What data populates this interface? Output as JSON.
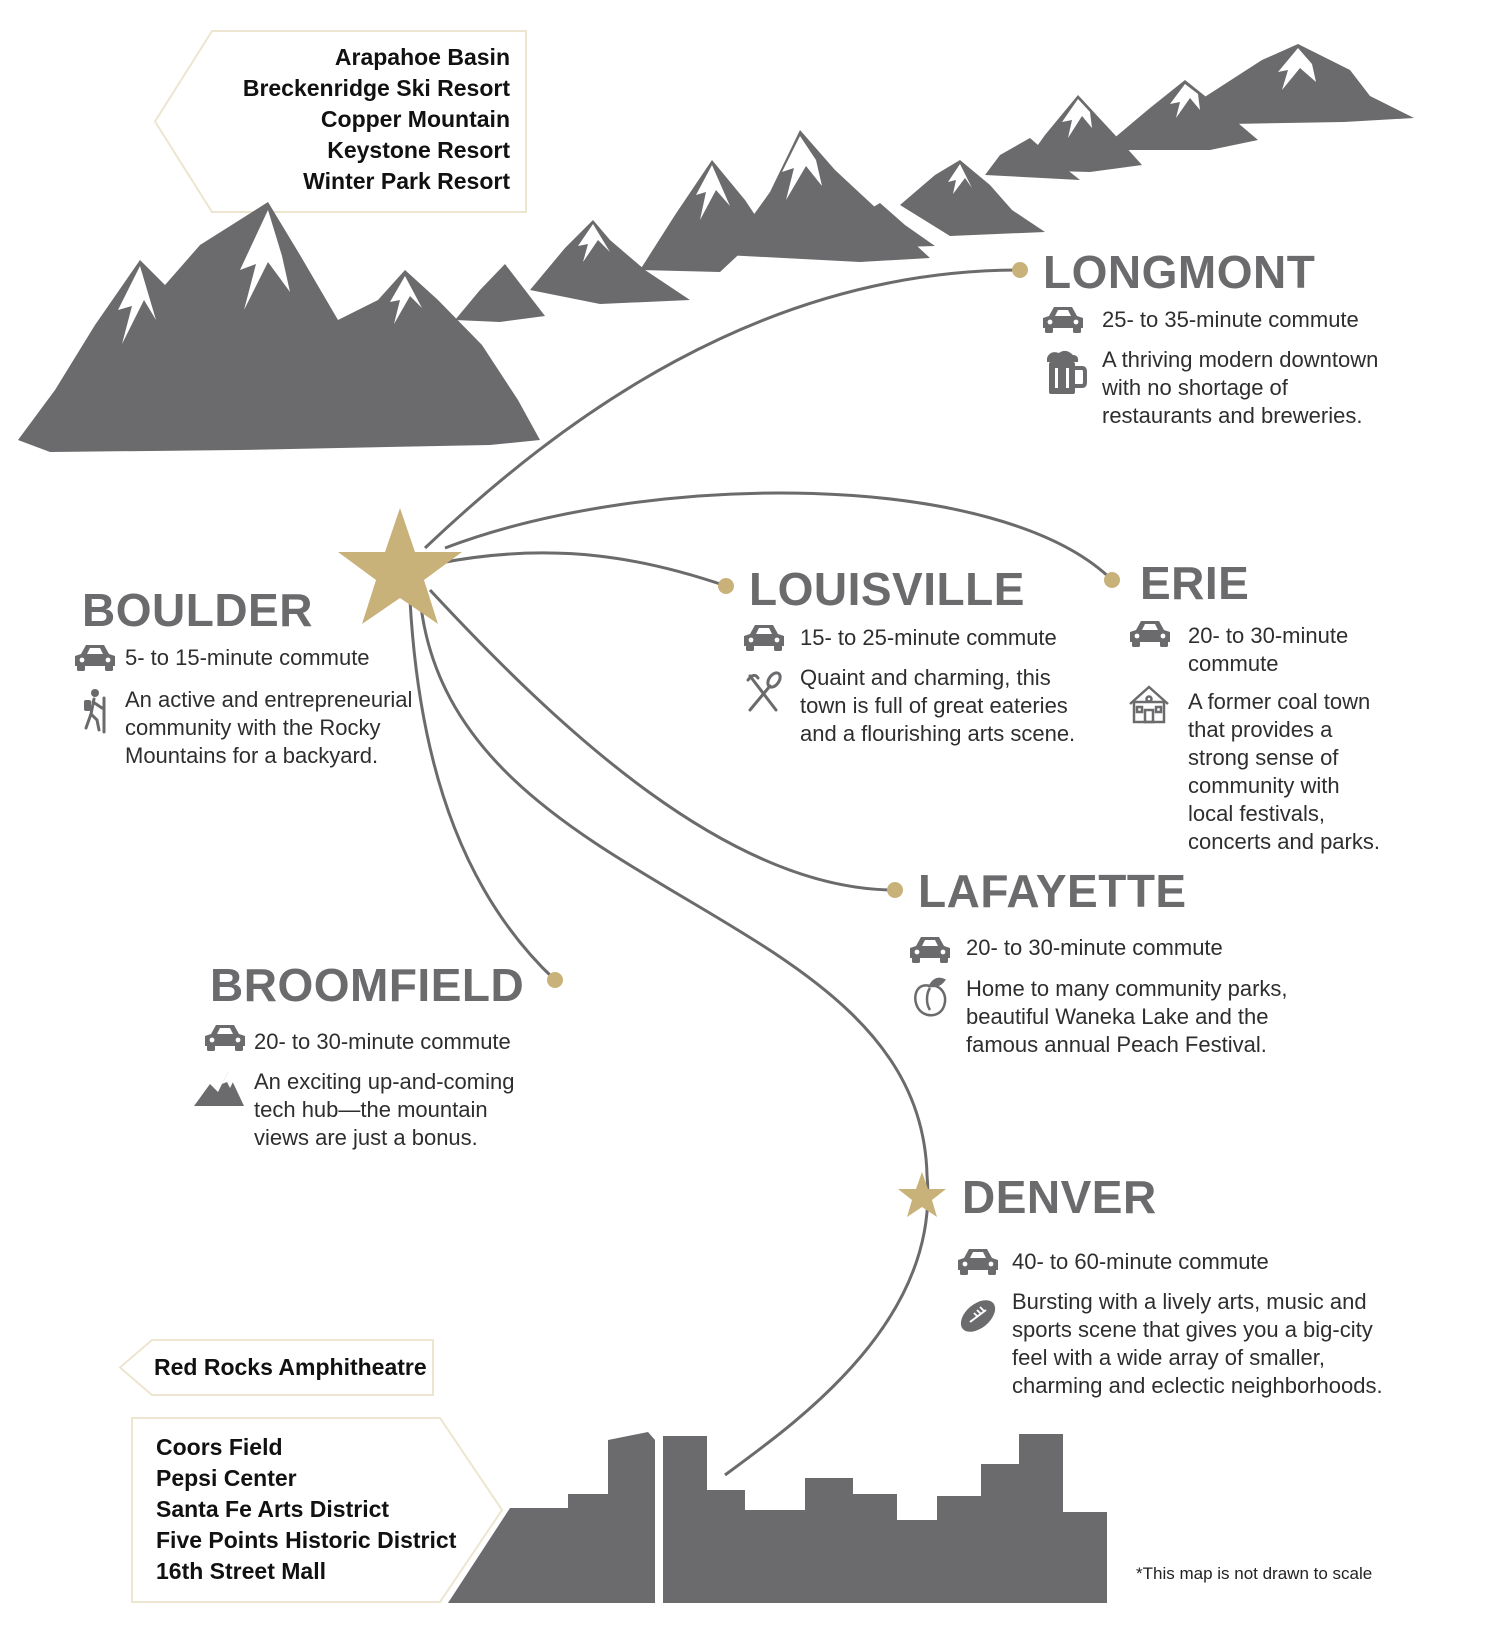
{
  "colors": {
    "gold": "#c9b27a",
    "mountain": "#6b6b6d",
    "skyline": "#6b6b6d",
    "route_line": "#6b6b6d",
    "city_name": "#6b6b6d",
    "text": "#2e2e2e",
    "tag_border": "#ede5cf"
  },
  "ski_resorts": [
    "Arapahoe Basin",
    "Breckenridge Ski Resort",
    "Copper Mountain",
    "Keystone Resort",
    "Winter Park Resort"
  ],
  "red_rocks": "Red Rocks Amphitheatre",
  "denver_attractions": [
    "Coors Field",
    "Pepsi Center",
    "Santa Fe Arts District",
    "Five Points Historic District",
    "16th Street Mall"
  ],
  "footnote": "*This map is not drawn to scale",
  "cities": {
    "longmont": {
      "name": "LONGMONT",
      "commute": "25- to 35-minute commute",
      "icon": "beer-mug-icon",
      "desc": [
        "A thriving modern downtown",
        "with no shortage of",
        "restaurants and breweries."
      ]
    },
    "boulder": {
      "name": "BOULDER",
      "commute": "5- to 15-minute commute",
      "icon": "hiker-icon",
      "desc": [
        "An active and entrepreneurial",
        "community with the Rocky",
        "Mountains for a backyard."
      ]
    },
    "louisville": {
      "name": "LOUISVILLE",
      "commute": "15- to 25-minute commute",
      "icon": "fork-spoon-icon",
      "desc": [
        "Quaint and charming, this",
        "town is full of great eateries",
        "and a flourishing arts scene."
      ]
    },
    "erie": {
      "name": "ERIE",
      "commute": [
        "20- to 30-minute",
        "commute"
      ],
      "icon": "house-icon",
      "desc": [
        "A former coal town",
        "that provides a",
        "strong sense of",
        "community with",
        "local festivals,",
        "concerts and parks."
      ]
    },
    "lafayette": {
      "name": "LAFAYETTE",
      "commute": "20- to 30-minute commute",
      "icon": "peach-icon",
      "desc": [
        "Home to many community parks,",
        "beautiful Waneka Lake and the",
        "famous annual Peach Festival."
      ]
    },
    "broomfield": {
      "name": "BROOMFIELD",
      "commute": "20- to 30-minute commute",
      "icon": "mountains-icon",
      "desc": [
        "An exciting up-and-coming",
        "tech hub—the mountain",
        "views are just a bonus."
      ]
    },
    "denver": {
      "name": "DENVER",
      "commute": "40- to 60-minute commute",
      "icon": "football-icon",
      "desc": [
        "Bursting with a lively arts, music and",
        "sports scene that gives you a big-city",
        "feel with a wide array of smaller,",
        "charming and eclectic neighborhoods."
      ]
    }
  }
}
